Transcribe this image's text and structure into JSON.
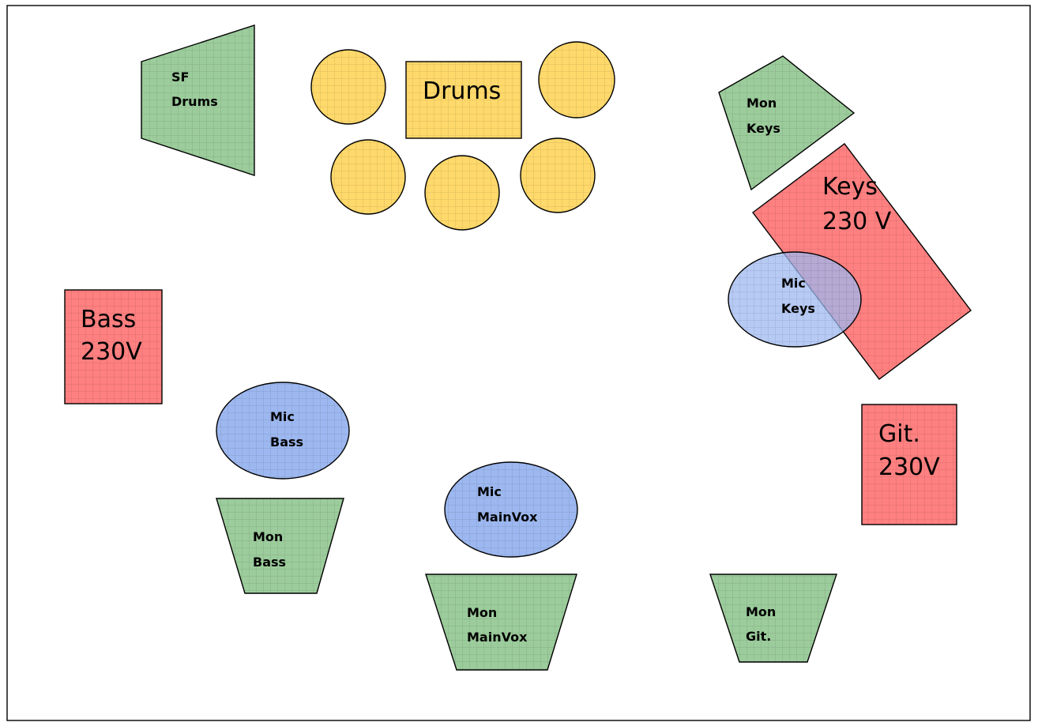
{
  "colors": {
    "monitor": "#9ccc9c",
    "drum": "#ffd96b",
    "amp": "#ff8080",
    "mic": "#9db8f0",
    "grid": "#000000"
  },
  "labels": {
    "sf_drums": [
      "SF",
      "Drums"
    ],
    "drums": "Drums",
    "mon_keys": [
      "Mon",
      "Keys"
    ],
    "keys_amp": [
      "Keys",
      "230 V"
    ],
    "mic_keys": [
      "Mic",
      "Keys"
    ],
    "bass_amp": [
      "Bass",
      "230V"
    ],
    "mic_bass": [
      "Mic",
      "Bass"
    ],
    "git_amp": [
      "Git.",
      "230V"
    ],
    "mic_mainvox": [
      "Mic",
      "MainVox"
    ],
    "mon_bass": [
      "Mon",
      "Bass"
    ],
    "mon_mainvox": [
      "Mon",
      "MainVox"
    ],
    "mon_git": [
      "Mon",
      "Git."
    ]
  }
}
